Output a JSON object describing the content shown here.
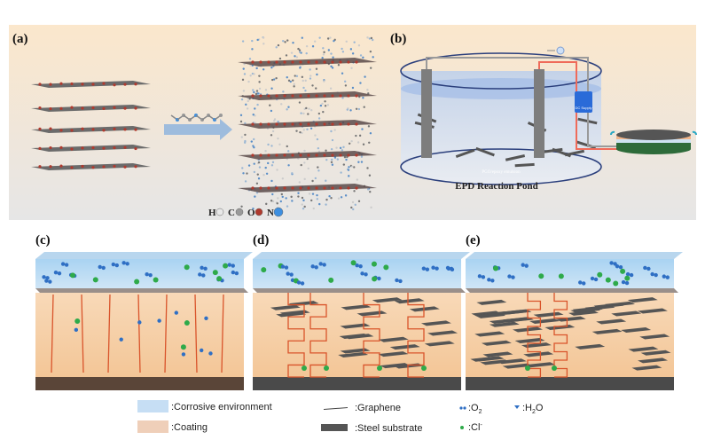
{
  "panels": {
    "a": {
      "label": "(a)",
      "atoms": [
        {
          "symbol": "H",
          "color": "#e8e8e8"
        },
        {
          "symbol": "C",
          "color": "#9a9a9a"
        },
        {
          "symbol": "O",
          "color": "#b03a2e"
        },
        {
          "symbol": "N",
          "color": "#3d8fe0"
        }
      ]
    },
    "b": {
      "label": "(b)",
      "caption": "EPD Reaction Pond",
      "tank_label": "PGO/epoxy emulsion",
      "power_label": "DC Supply"
    },
    "c": {
      "label": "(c)"
    },
    "d": {
      "label": "(d)"
    },
    "e": {
      "label": "(e)"
    }
  },
  "legend": {
    "corrosive": ":Corrosive environment",
    "coating": ":Coating",
    "graphene": ":Graphene",
    "steel": ":Steel substrate",
    "o2": ":O",
    "o2_sub": "2",
    "h2o": ":H",
    "h2o_sub": "2",
    "h2o_tail": "O",
    "cl": ":Cl",
    "cl_sup": "-"
  },
  "colors": {
    "corrosive": "#a9d0ee",
    "coating": "#f3cfaa",
    "steel": "#4a4a4a",
    "crack_path": "#d9542b",
    "chloride": "#2eaa4a",
    "oxygen": "#2f6fc4"
  }
}
